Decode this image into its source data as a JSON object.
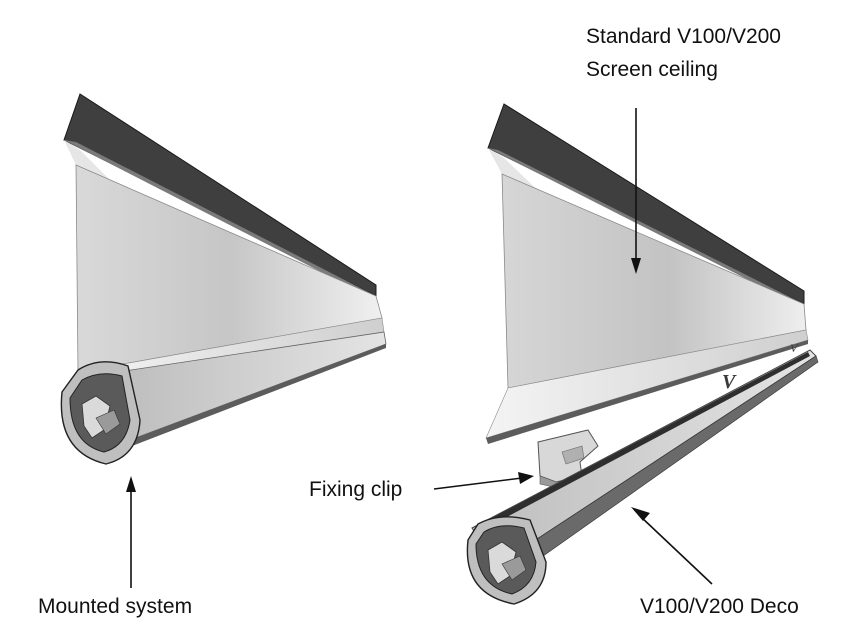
{
  "labels": {
    "screen_ceiling_line1": "Standard V100/V200",
    "screen_ceiling_line2": "Screen ceiling",
    "fixing_clip": "Fixing clip",
    "mounted_system": "Mounted system",
    "deco": "V100/V200 Deco",
    "clip_mark": "V"
  }
}
